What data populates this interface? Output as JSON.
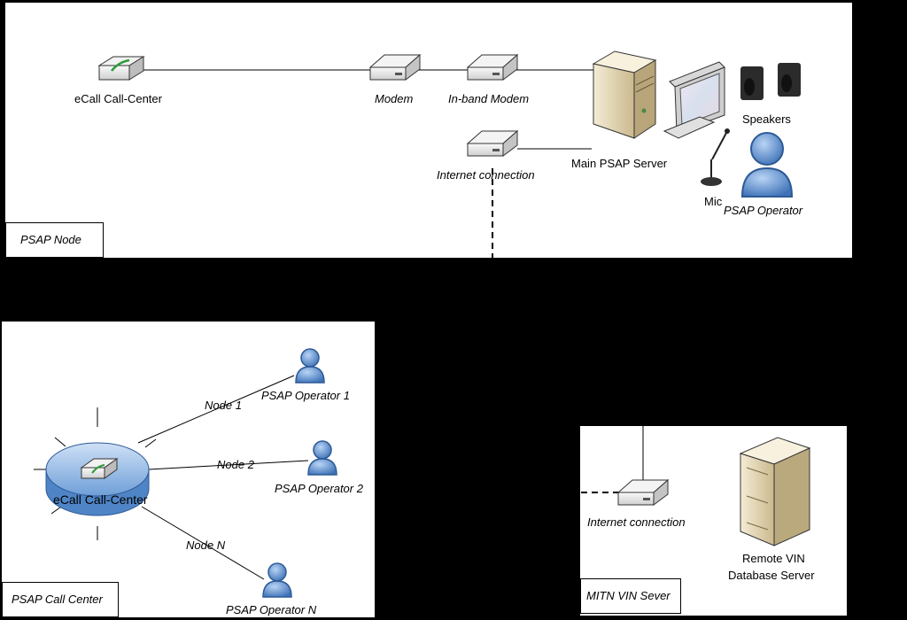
{
  "psap_node": {
    "panel_label": "PSAP Node",
    "devices": {
      "ecall_call_center": "eCall Call-Center",
      "modem": "Modem",
      "inband_modem": "In-band Modem",
      "main_psap_server": "Main PSAP Server",
      "internet_connection": "Internet connection",
      "speakers": "Speakers",
      "mic": "Mic",
      "psap_operator": "PSAP Operator"
    }
  },
  "psap_call_center": {
    "panel_label": "PSAP Call Center",
    "hub_label": "eCall Call-Center",
    "links": [
      {
        "node": "Node 1",
        "operator": "PSAP Operator 1"
      },
      {
        "node": "Node 2",
        "operator": "PSAP Operator 2"
      },
      {
        "node": "Node N",
        "operator": "PSAP Operator N"
      }
    ]
  },
  "mitn_vin_server": {
    "panel_label": "MITN VIN Sever",
    "internet_connection": "Internet connection",
    "database_label_line1": "Remote VIN",
    "database_label_line2": "Database Server"
  },
  "colors": {
    "background": "#000000",
    "panel": "#ffffff",
    "person_blue": "#6f9fd8",
    "server_beige": "#e8dcbc"
  }
}
